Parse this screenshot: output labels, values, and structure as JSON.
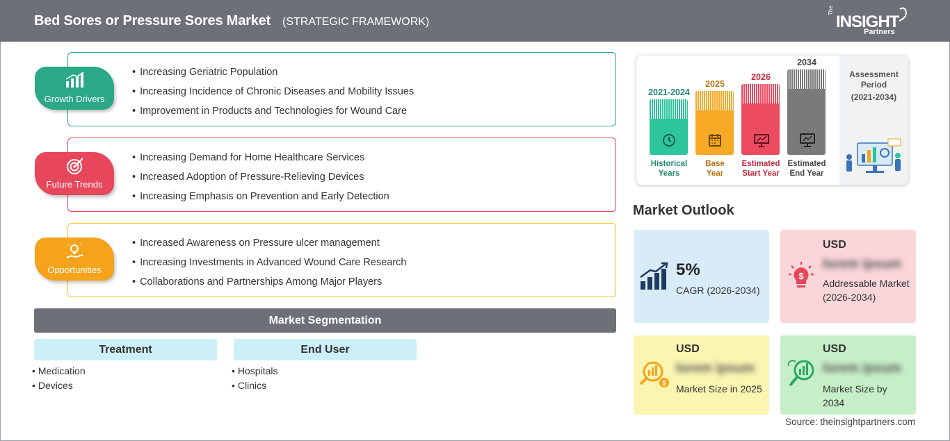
{
  "header": {
    "title": "Bed Sores or Pressure Sores Market",
    "subtitle": "(STRATEGIC FRAMEWORK)",
    "logo_the": "The",
    "logo_insight": "INSIGHT",
    "logo_partners": "Partners"
  },
  "factors": [
    {
      "label": "Growth Drivers",
      "color": "#2aa887",
      "items": [
        "Increasing Geriatric Population",
        "Increasing Incidence of Chronic Diseases and Mobility Issues",
        "Improvement in Products and Technologies for Wound Care"
      ]
    },
    {
      "label": "Future Trends",
      "color": "#e8465a",
      "items": [
        "Increasing Demand for Home Healthcare Services",
        "Increased Adoption of Pressure-Relieving Devices",
        "Increasing Emphasis on Prevention and Early Detection"
      ]
    },
    {
      "label": "Opportunities",
      "color": "#f5a31a",
      "items": [
        "Increased Awareness on Pressure ulcer management",
        "Increasing Investments in Advanced Wound Care Research",
        "Collaborations and Partnerships Among Major Players"
      ]
    }
  ],
  "segmentation": {
    "title": "Market Segmentation",
    "groups": [
      {
        "heading": "Treatment",
        "items": [
          "Medication",
          "Devices"
        ]
      },
      {
        "heading": "End User",
        "items": [
          "Hospitals",
          "Clinics"
        ]
      }
    ]
  },
  "timeline": {
    "bars": [
      {
        "year": "2021-2024",
        "caption_line1": "Historical",
        "caption_line2": "Years",
        "color": "#2dc59a",
        "text_color": "#1f8a6a"
      },
      {
        "year": "2025",
        "caption_line1": "Base",
        "caption_line2": "Year",
        "color": "#f7a825",
        "text_color": "#b57412"
      },
      {
        "year": "2026",
        "caption_line1": "Estimated",
        "caption_line2": "Start Year",
        "color": "#ec4a5f",
        "text_color": "#c2293d"
      },
      {
        "year": "2034",
        "caption_line1": "Estimated",
        "caption_line2": "End Year",
        "color": "#7a7a7a",
        "text_color": "#444444"
      }
    ],
    "assessment_label_line1": "Assessment",
    "assessment_label_line2": "Period",
    "assessment_period": "(2021-2034)"
  },
  "outlook": {
    "title": "Market Outlook",
    "cagr_value": "5%",
    "cagr_label": "CAGR (2026-2034)",
    "cards": [
      {
        "usd": "USD",
        "value": "lorem ipsum",
        "desc": "Addressable Market (2026-2034)"
      },
      {
        "usd": "USD",
        "value": "lorem ipsum",
        "desc": "Market Size in 2025"
      },
      {
        "usd": "USD",
        "value": "lorem ipsum",
        "desc": "Market Size by 2034"
      }
    ]
  },
  "source": "Source: theinsightpartners.com"
}
